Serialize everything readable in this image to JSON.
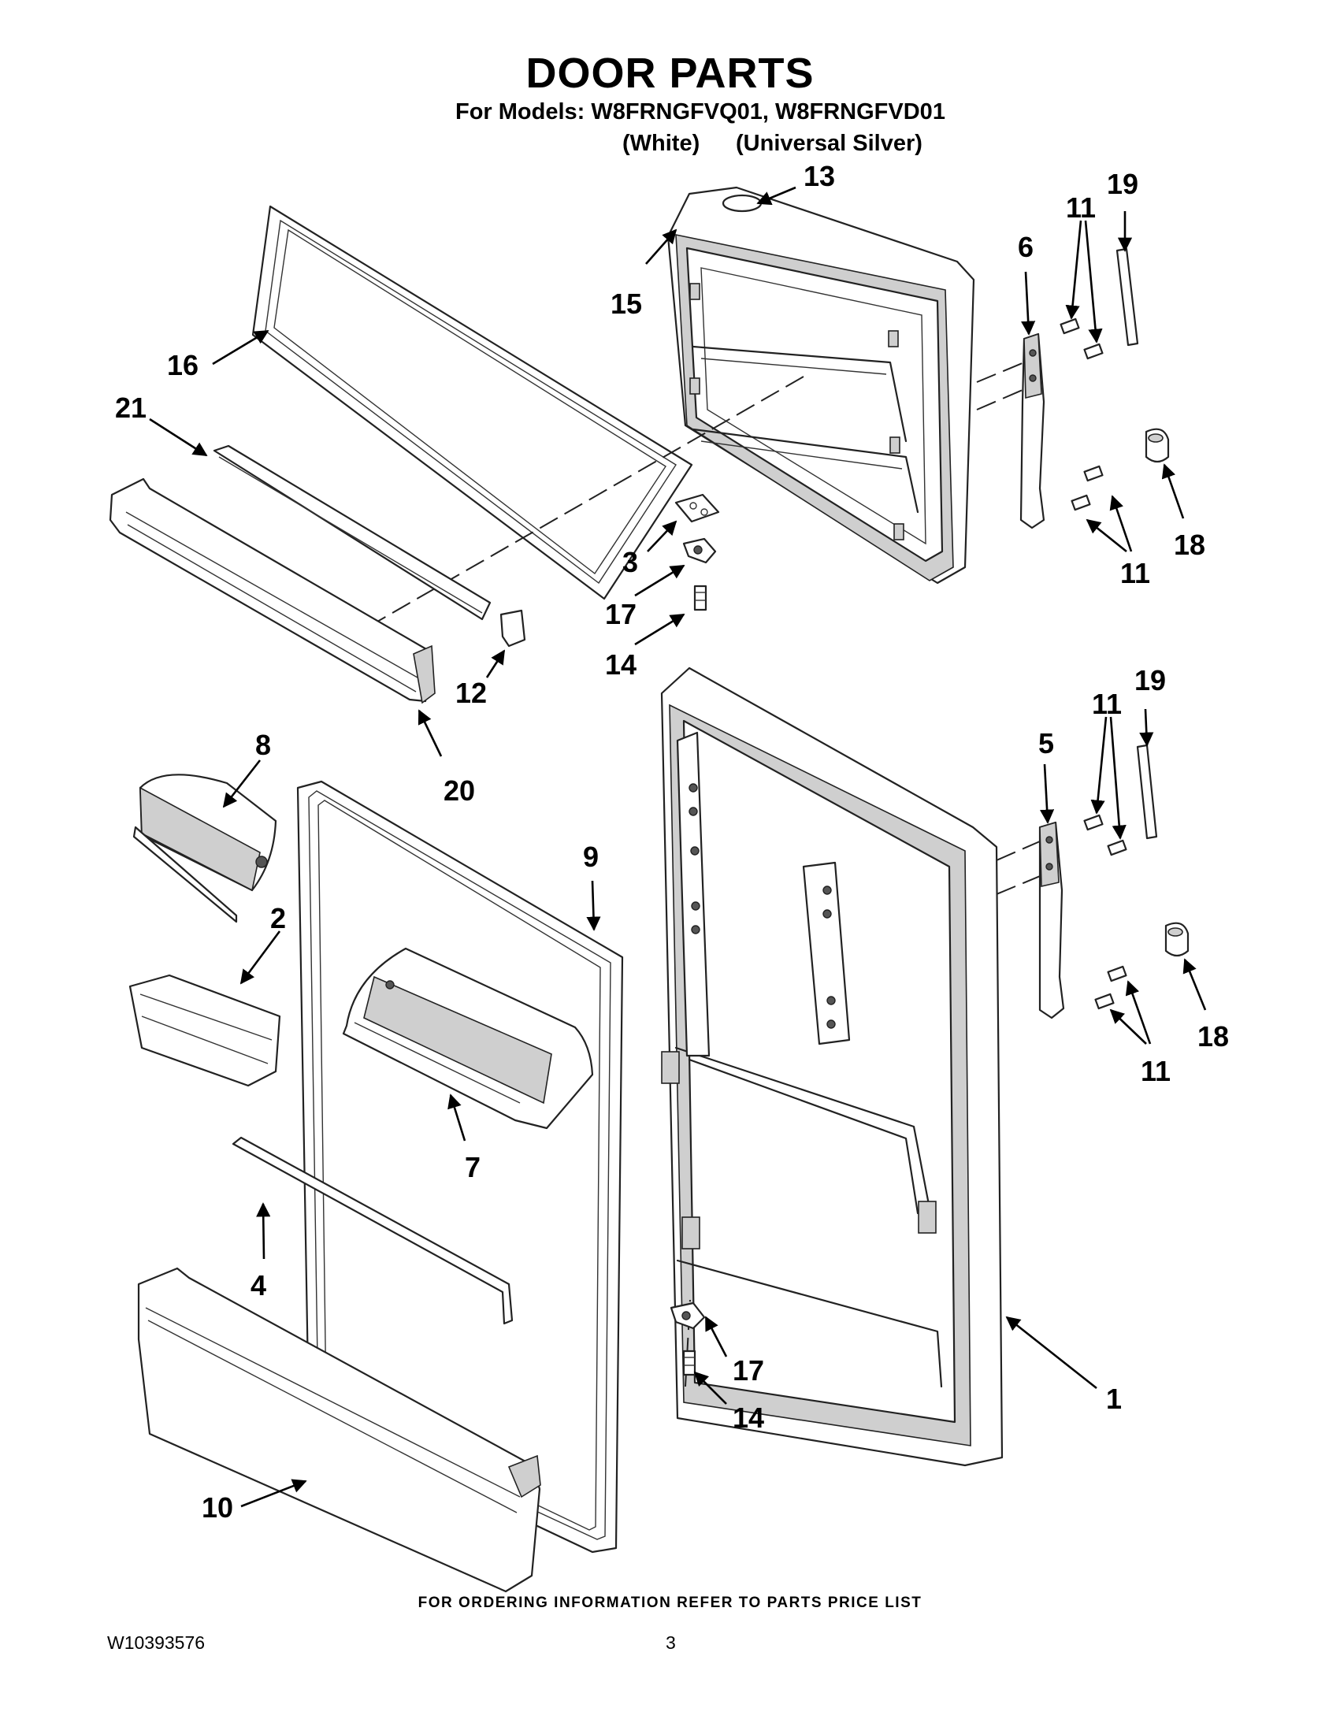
{
  "header": {
    "title": "DOOR PARTS",
    "models_line": "For Models: W8FRNGFVQ01, W8FRNGFVD01",
    "variant_1": "(White)",
    "variant_2": "(Universal Silver)"
  },
  "callouts": {
    "c13": "13",
    "c19a": "19",
    "c11a": "11",
    "c6": "6",
    "c15": "15",
    "c16": "16",
    "c21": "21",
    "c3": "3",
    "c17a": "17",
    "c14a": "14",
    "c11b": "11",
    "c18a": "18",
    "c12": "12",
    "c20": "20",
    "c8": "8",
    "c19b": "19",
    "c11c": "11",
    "c5": "5",
    "c9": "9",
    "c2": "2",
    "c18b": "18",
    "c11d": "11",
    "c7": "7",
    "c4": "4",
    "c17b": "17",
    "c14b": "14",
    "c1": "1",
    "c10": "10"
  },
  "footer": {
    "note": "FOR ORDERING INFORMATION REFER TO PARTS PRICE LIST",
    "doc_number": "W10393576",
    "page_number": "3"
  }
}
